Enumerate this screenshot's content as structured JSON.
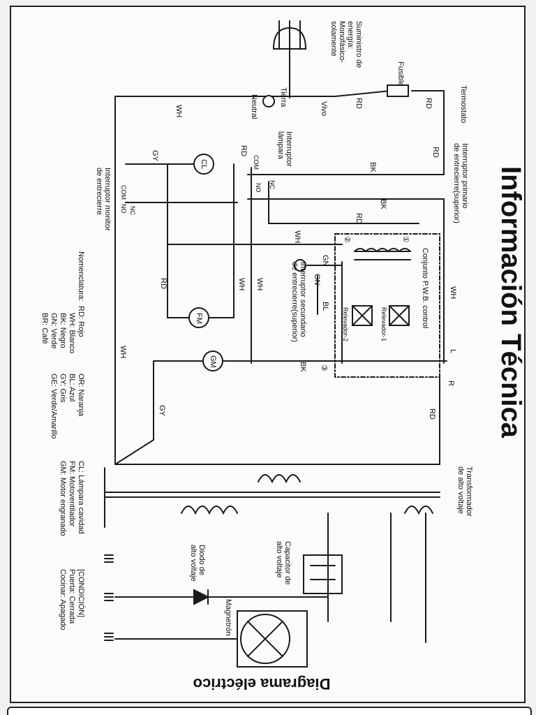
{
  "title": "Información Técnica",
  "subtitle": "Diagrama eléctrico",
  "power_supply": {
    "label": "Suministro de\nenergía:\nMonofásico-\nsolamente",
    "terminals": [
      "Tierra",
      "Neutral",
      "Vivo"
    ]
  },
  "components": {
    "fuse": "Fusible",
    "thermostat": "Termostato",
    "primary_interlock": "Interruptor primario\nde entrecierre(superior)",
    "lamp_switch": "Interruptor\nlámpara",
    "monitor_interlock": "Interruptor monitor\nde entrecierre",
    "secondary_interlock": "Interruptor secundario\nde entrecierre(superior)",
    "pwb": "Conjunto P.W.B. control",
    "relay1": "Relevador-1",
    "relay2": "Relevador-2",
    "transformer": "Transformador\nde alto voltaje",
    "capacitor": "Capacitor de\nalto voltaje",
    "diode": "Diodo de\nalto voltaje",
    "magnetron": "Magnetrón",
    "cl": "CL",
    "fm": "FM",
    "gm": "GM"
  },
  "wire_labels": {
    "rd": "RD",
    "wh": "WH",
    "bk": "BK",
    "gy": "GY",
    "gn": "GN",
    "bl": "BL",
    "com": "COM",
    "no": "NO",
    "nc": "NC",
    "l": "L",
    "r": "R",
    "n1": "①",
    "n2": "②",
    "n3": "③"
  },
  "nomenclature": {
    "heading": "Nomenclatura:",
    "entries": [
      "RD: Rojo",
      "WH: Blanco",
      "BK: Negro",
      "GN: Verde",
      "BR: Café",
      "OR: Naranja",
      "BL: Azul",
      "GY: Gris",
      "GE: Verde/Amarillo",
      "CL: Lámpara cavidad",
      "FM: Motoventilador",
      "GM: Motor engranado"
    ]
  },
  "condition": {
    "heading": "[CONDICIÓN]",
    "lines": [
      "Puerta: Cerrada",
      "Cocinar: Apagado"
    ]
  }
}
